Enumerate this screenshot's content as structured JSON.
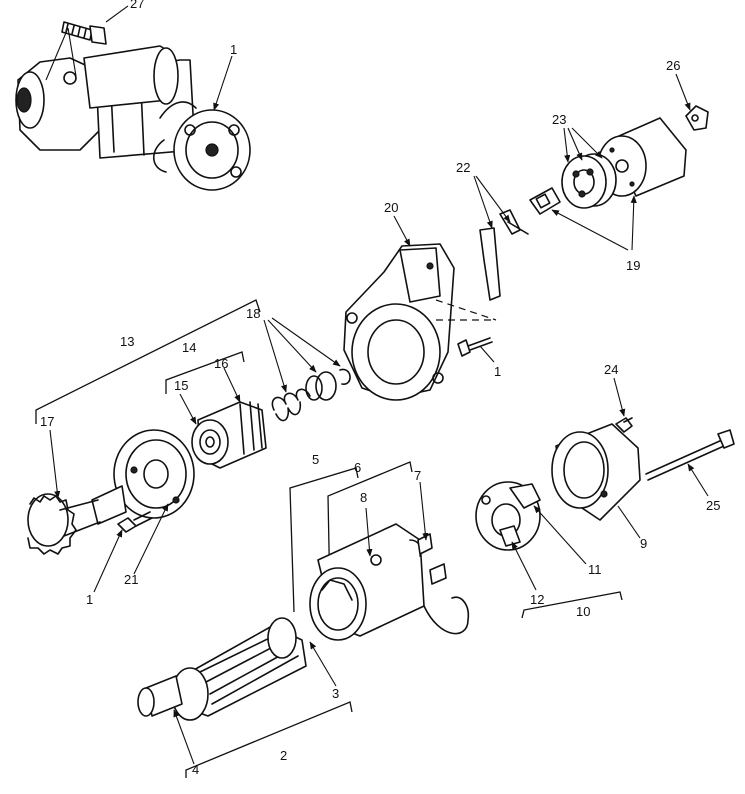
{
  "callouts": [
    {
      "id": "c1a",
      "text": "1"
    },
    {
      "id": "c1b",
      "text": "1"
    },
    {
      "id": "c1c",
      "text": "1"
    },
    {
      "id": "c2",
      "text": "2"
    },
    {
      "id": "c3",
      "text": "3"
    },
    {
      "id": "c4",
      "text": "4"
    },
    {
      "id": "c5",
      "text": "5"
    },
    {
      "id": "c6",
      "text": "6"
    },
    {
      "id": "c7",
      "text": "7"
    },
    {
      "id": "c8",
      "text": "8"
    },
    {
      "id": "c9",
      "text": "9"
    },
    {
      "id": "c10",
      "text": "10"
    },
    {
      "id": "c11",
      "text": "11"
    },
    {
      "id": "c12",
      "text": "12"
    },
    {
      "id": "c13",
      "text": "13"
    },
    {
      "id": "c14",
      "text": "14"
    },
    {
      "id": "c15",
      "text": "15"
    },
    {
      "id": "c16",
      "text": "16"
    },
    {
      "id": "c17",
      "text": "17"
    },
    {
      "id": "c18",
      "text": "18"
    },
    {
      "id": "c19",
      "text": "19"
    },
    {
      "id": "c20",
      "text": "20"
    },
    {
      "id": "c21",
      "text": "21"
    },
    {
      "id": "c22",
      "text": "22"
    },
    {
      "id": "c23",
      "text": "23"
    },
    {
      "id": "c24",
      "text": "24"
    },
    {
      "id": "c25",
      "text": "25"
    },
    {
      "id": "c26",
      "text": "26"
    },
    {
      "id": "c27",
      "text": "27"
    }
  ]
}
